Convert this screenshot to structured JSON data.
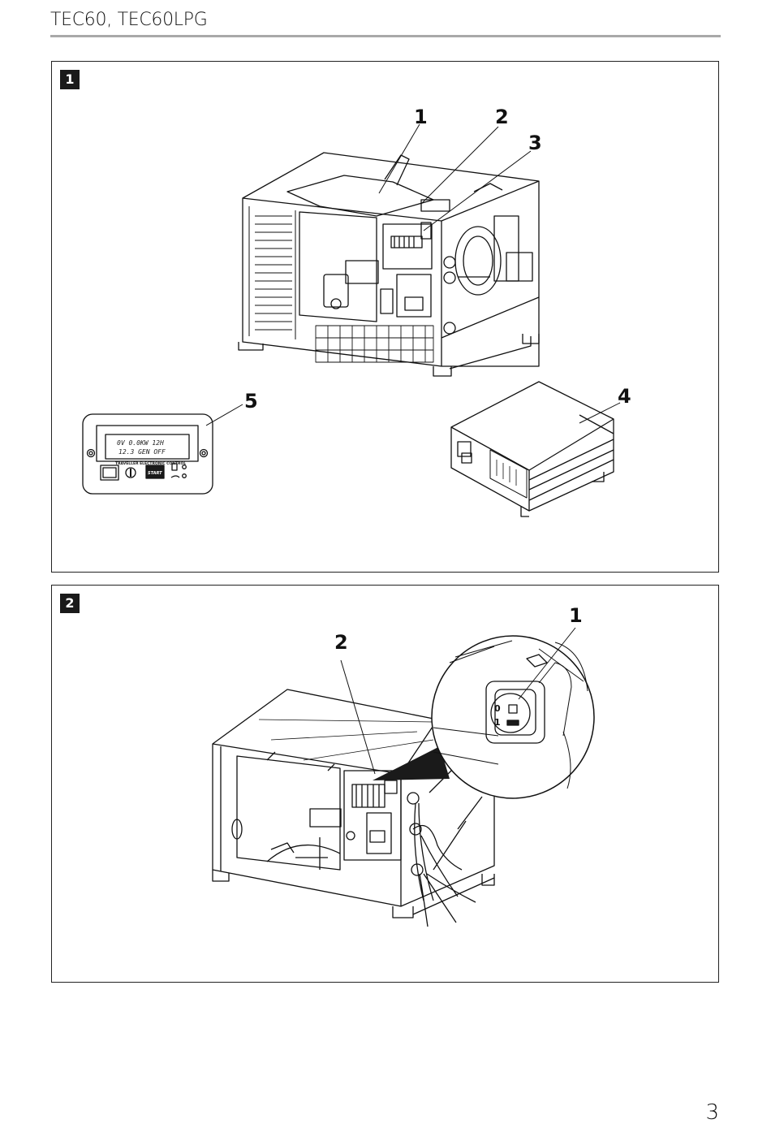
{
  "header": {
    "title": "TEC60, TEC60LPG"
  },
  "figure1": {
    "badge": "1",
    "callouts": [
      "1",
      "2",
      "3",
      "4",
      "5"
    ],
    "panel": {
      "line1": "0V  0.0KW  12H",
      "line2": "12.3  GEN OFF",
      "caption": "TRAVELLER ELECTRONIC CONTROL",
      "start_label": "START"
    }
  },
  "figure2": {
    "badge": "2",
    "callouts": [
      "1",
      "2"
    ],
    "switch_labels": [
      "0",
      "1"
    ]
  },
  "footer": {
    "page_number": "3"
  }
}
